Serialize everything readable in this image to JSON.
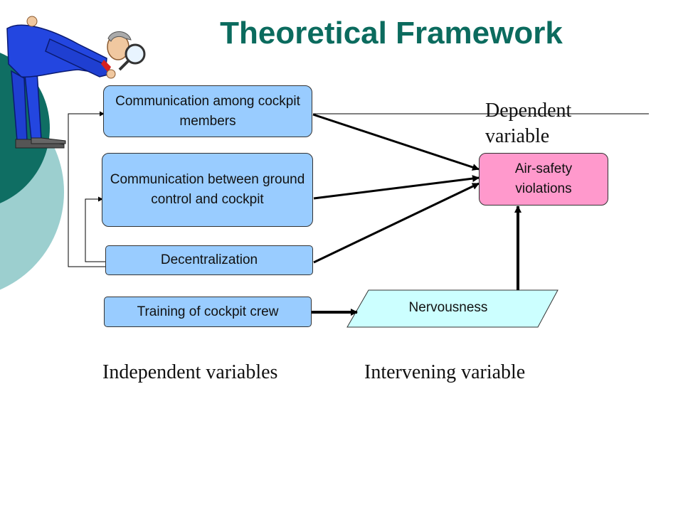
{
  "title": "Theoretical Framework",
  "nodes": {
    "comm_cockpit": "Communication among cockpit members",
    "comm_ground": "Communication between ground control and cockpit",
    "decentralization": "Decentralization",
    "training": "Training of cockpit crew",
    "air_safety": "Air-safety violations",
    "nervousness": "Nervousness"
  },
  "labels": {
    "dependent": "Dependent variable",
    "independent": "Independent variables",
    "intervening": "Intervening variable"
  },
  "colors": {
    "title": "#0b6b5e",
    "independent_box": "#99ccff",
    "dependent_box": "#ff99cc",
    "intervening_box": "#ccffff",
    "circle_dark": "#0f6e63",
    "circle_light": "#9ccfcf"
  },
  "edges": [
    {
      "from": "Communication among cockpit members",
      "to": "Air-safety violations"
    },
    {
      "from": "Communication between ground control and cockpit",
      "to": "Air-safety violations"
    },
    {
      "from": "Decentralization",
      "to": "Air-safety violations"
    },
    {
      "from": "Training of cockpit crew",
      "to": "Nervousness"
    },
    {
      "from": "Nervousness",
      "to": "Air-safety violations"
    },
    {
      "from": "Decentralization",
      "to": "Communication among cockpit members"
    },
    {
      "from": "Decentralization",
      "to": "Communication between ground control and cockpit"
    }
  ],
  "decor": {
    "clipart": "man-with-magnifying-glass-icon"
  }
}
